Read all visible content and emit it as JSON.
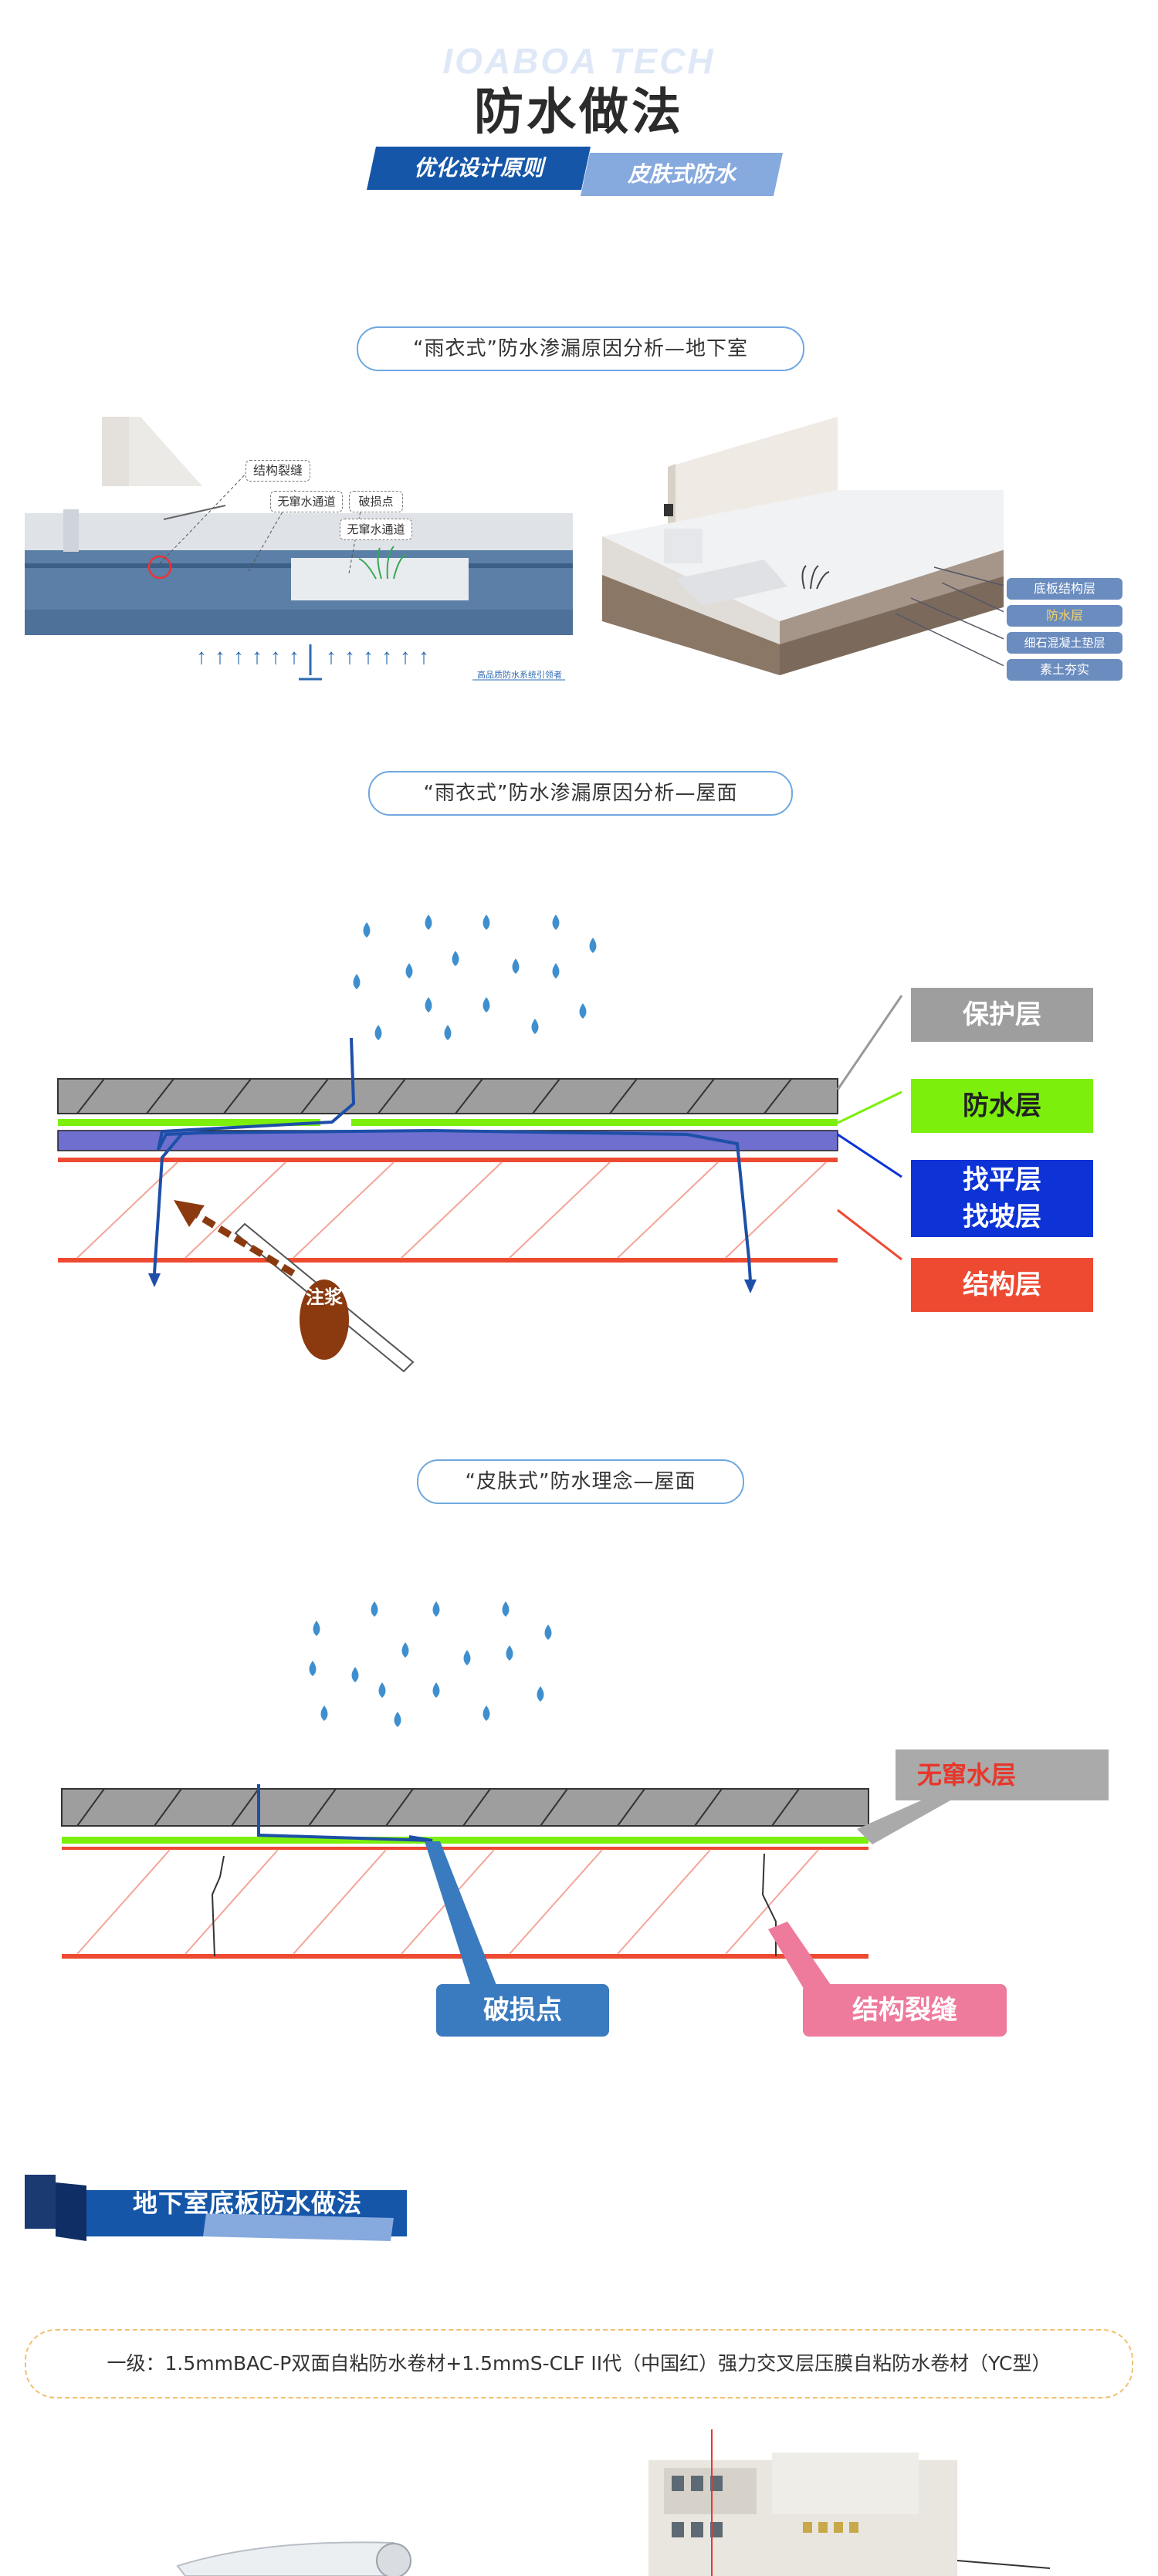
{
  "header": {
    "watermark": "IOABOA TECH",
    "title": "防水做法",
    "tag_primary": "优化设计原则",
    "tag_secondary": "皮肤式防水"
  },
  "section_basement": {
    "pill": "“雨衣式”防水渗漏原因分析—地下室",
    "callouts": [
      "结构裂缝",
      "无窜水通道",
      "破损点",
      "无窜水通道"
    ],
    "legend": [
      "底板结构层",
      "防水层",
      "细石混凝土垫层",
      "素土夯实"
    ],
    "caption": "高品质防水系统引领者"
  },
  "section_roof_raincoat": {
    "pill": "“雨衣式”防水渗漏原因分析—屋面",
    "layers": [
      "保护层",
      "防水层",
      "找平层",
      "找坡层",
      "结构层"
    ],
    "injection_label": "注浆"
  },
  "section_roof_skin": {
    "pill": "“皮肤式”防水理念—屋面",
    "no_channel_label": "无窜水层",
    "damage_label": "破损点",
    "crack_label": "结构裂缝"
  },
  "section_method": {
    "title": "地下室底板防水做法",
    "spec": "一级：1.5mmBAC-P双面自粘防水卷材+1.5mmS-CLF II代（中国红）强力交叉层压膜自粘防水卷材（YC型）"
  },
  "colors": {
    "brand_blue": "#1556a8",
    "light_blue": "#86a9de",
    "protect_gray": "#9e9e9e",
    "waterproof_green": "#7cf00c",
    "level_blue": "#0d33d6",
    "structure_red": "#ee4a32",
    "damage_blue": "#3a7abf",
    "crack_pink": "#ee7a9c"
  }
}
